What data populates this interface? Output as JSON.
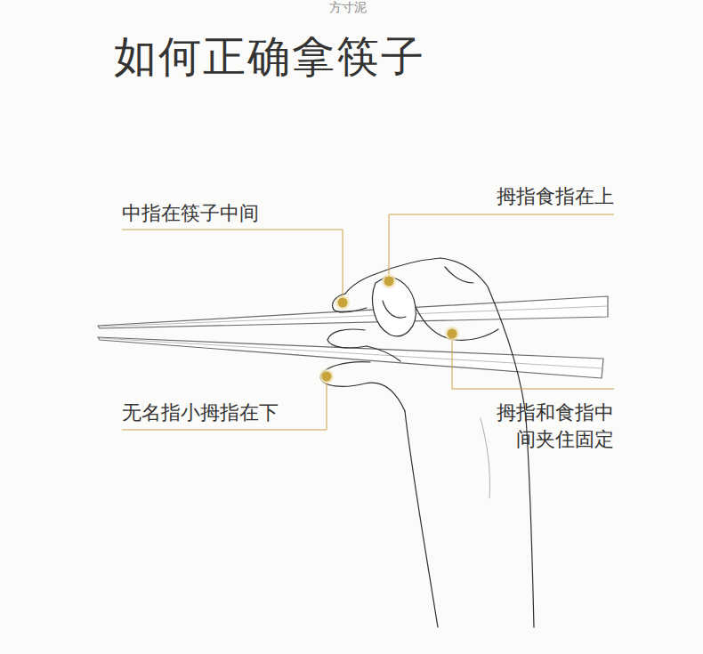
{
  "diagram": {
    "title": "如何正确拿筷子",
    "labels": [
      "方寸泥",
      "中指在筷子中间",
      "拇指食指在上",
      "无名指小拇指在下",
      "拇指和食指中 间夹住固定"
    ]
  }
}
